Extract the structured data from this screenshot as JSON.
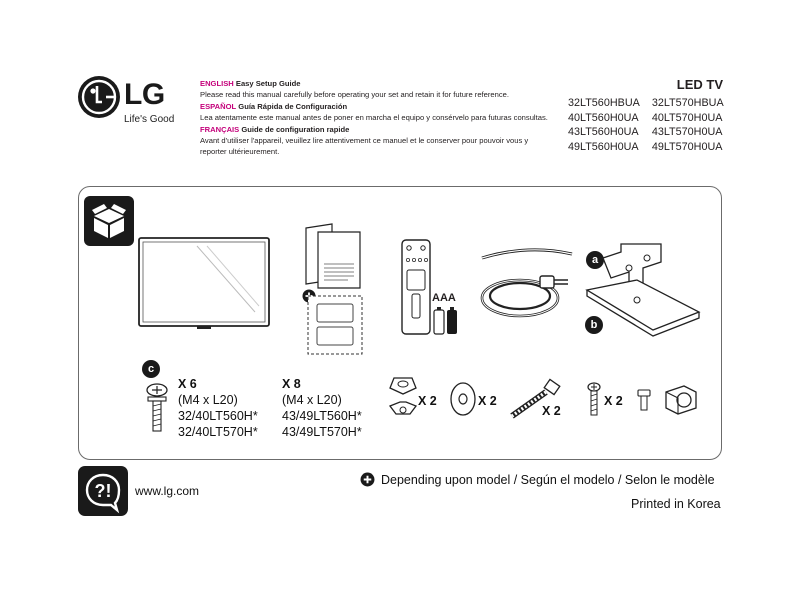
{
  "brand": {
    "logo": "LG",
    "tagline": "Life's Good"
  },
  "intro": [
    {
      "lang": "ENGLISH",
      "title": "Easy Setup Guide",
      "body": "Please read this manual carefully before operating your set and retain it for future reference."
    },
    {
      "lang": "ESPAÑOL",
      "title": "Guía Rápida de Configuración",
      "body": "Lea atentamente este manual antes de poner en marcha el equipo y consérvelo para futuras consultas."
    },
    {
      "lang": "FRANÇAIS",
      "title": "Guide de configuration rapide",
      "body": "Avant d'utiliser l'appareil, veuillez lire attentivement ce manuel et le conserver pour pouvoir vous y reporter ultérieurement."
    }
  ],
  "product_type": "LED TV",
  "models": {
    "col1": [
      "32LT560HBUA",
      "40LT560H0UA",
      "43LT560H0UA",
      "49LT560H0UA"
    ],
    "col2": [
      "32LT570HBUA",
      "40LT570H0UA",
      "43LT570H0UA",
      "49LT570H0UA"
    ]
  },
  "components": {
    "remote_battery_label": "AAA",
    "badge_a": "a",
    "badge_b": "b",
    "badge_c": "c"
  },
  "screws": {
    "set1": {
      "qty": "X 6",
      "size": "(M4 x L20)",
      "model_a": "32/40LT560H*",
      "model_b": "32/40LT570H*"
    },
    "set2": {
      "qty": "X 8",
      "size": "(M4 x L20)",
      "model_a": "43/49LT560H*",
      "model_b": "43/49LT570H*"
    }
  },
  "quantities": {
    "nut": "X 2",
    "washer": "X 2",
    "bolt": "X 2",
    "small_screw": "X 2"
  },
  "footer": {
    "url": "www.lg.com",
    "note": "Depending upon model / Según el modelo / Selon le modèle",
    "printed": "Printed in Korea"
  },
  "colors": {
    "accent_magenta": "#c4007a",
    "ink": "#231f20",
    "icon_bg": "#1a1a1a",
    "frame": "#6b6b6b"
  },
  "icons": [
    "lg-logo-icon",
    "box-icon",
    "help-icon",
    "plus-icon"
  ]
}
